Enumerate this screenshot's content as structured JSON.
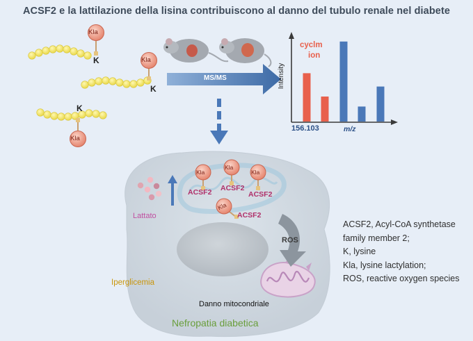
{
  "title": "ACSF2 e la lattilazione della lisina contribuiscono al danno del tubulo renale nel diabete",
  "peptide": {
    "residue": "K",
    "mod": "Kla"
  },
  "msms": "MS/MS",
  "spectrum": {
    "ylabel": "Intensity",
    "xlabel": "m/z",
    "ion_label_1": "cyclm",
    "ion_label_2": "ion",
    "mz_value": "156.103",
    "bar_heights": [
      0.58,
      0.3,
      0.96,
      0.18,
      0.42
    ],
    "bar_colors": [
      "#e8604c",
      "#e8604c",
      "#4a78b8",
      "#4a78b8",
      "#4a78b8"
    ]
  },
  "cell": {
    "lactate": "Lattato",
    "hyperglycemia": "Iperglicemia",
    "ros": "ROS",
    "mito_damage": "Danno mitocondriale",
    "disease": "Nefropatia diabetica",
    "enzyme": "ACSF2"
  },
  "legend": [
    "ACSF2, Acyl-CoA synthetase",
    "family member 2;",
    "K, lysine",
    "Kla, lysine lactylation;",
    "ROS, reactive oxygen species"
  ],
  "colors": {
    "accent_red": "#e8604c",
    "accent_blue": "#4a78b8",
    "enzyme_text": "#b0306a",
    "lactate_text": "#c04fa0",
    "hyperglycemia_text": "#c9950a",
    "disease_text": "#6a9e3c"
  }
}
